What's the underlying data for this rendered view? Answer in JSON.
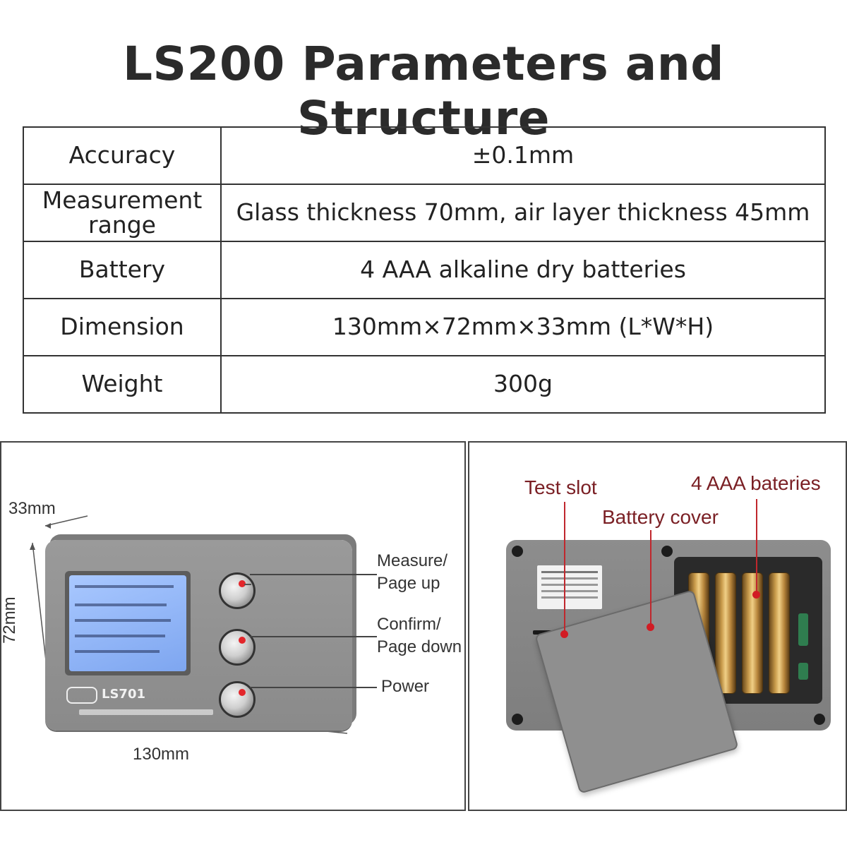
{
  "title": "LS200 Parameters and Structure",
  "specs": [
    {
      "label": "Accuracy",
      "value": "±0.1mm"
    },
    {
      "label": "Measurement range",
      "value": "Glass thickness 70mm, air layer thickness 45mm"
    },
    {
      "label": "Battery",
      "value": "4 AAA alkaline dry batteries"
    },
    {
      "label": "Dimension",
      "value": "130mm×72mm×33mm (L*W*H)"
    },
    {
      "label": "Weight",
      "value": "300g"
    }
  ],
  "front_view": {
    "depth_label": "33mm",
    "height_label": "72mm",
    "width_label": "130mm",
    "buttons": [
      "Measure/ Page up",
      "Confirm/ Page down",
      "Power"
    ],
    "device_label": "LS701",
    "accent_color": "#d11c24"
  },
  "back_view": {
    "callouts": [
      "Test slot",
      "4 AAA bateries",
      "Battery cover"
    ],
    "callout_color": "#7a1f24"
  }
}
